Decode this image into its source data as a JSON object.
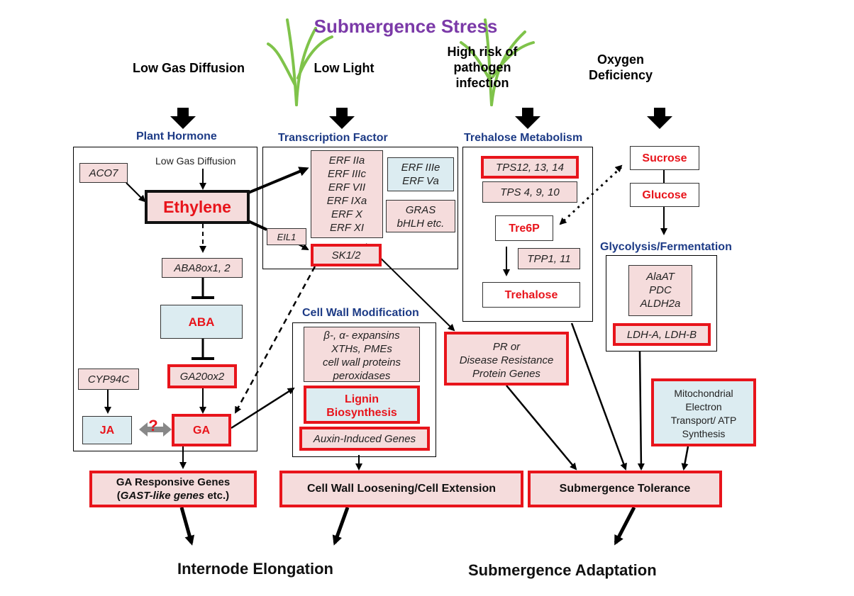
{
  "title": "Submergence Stress",
  "stresses": {
    "gas": "Low Gas Diffusion",
    "light": "Low Light",
    "pathogen": "High risk of\npathogen\ninfection",
    "oxygen": "Oxygen\nDeficiency"
  },
  "headers": {
    "hormone": "Plant Hormone",
    "tf": "Transcription Factor",
    "trehalose": "Trehalose Metabolism",
    "cellwall": "Cell Wall Modification",
    "glycolysis": "Glycolysis/Fermentation"
  },
  "hormone": {
    "gas_inner": "Low Gas Diffusion",
    "aco7": "ACO7",
    "ethylene": "Ethylene",
    "aba8ox": "ABA8ox1, 2",
    "aba": "ABA",
    "ga20ox": "GA20ox2",
    "cyp94c": "CYP94C",
    "ja": "JA",
    "question": "?",
    "ga": "GA"
  },
  "tf": {
    "erf_main": "ERF IIa\nERF IIIc\nERF VII\nERF IXa\nERF X\nERF XI",
    "erf_blue": "ERF IIIe\nERF Va",
    "gras": "GRAS\nbHLH etc.",
    "eil1": "EIL1",
    "sk": "SK1/2"
  },
  "trehalose": {
    "tps12": "TPS12, 13, 14",
    "tps4": "TPS 4, 9, 10",
    "tre6p": "Tre6P",
    "tpp": "TPP1, 11",
    "trehalose": "Trehalose"
  },
  "sugar": {
    "sucrose": "Sucrose",
    "glucose": "Glucose"
  },
  "glycolysis": {
    "genes": "AlaAT\nPDC\nALDH2a",
    "ldh": "LDH-A, LDH-B"
  },
  "cellwall": {
    "expansins": "β-, α- expansins\nXTHs, PMEs\ncell wall proteins\nperoxidases",
    "lignin": "Lignin\nBiosynthesis",
    "auxin": "Auxin-Induced Genes"
  },
  "pr": "PR  or\nDisease Resistance\nProtein Genes",
  "mito": "Mitochondrial\nElectron\nTransport/ ATP\nSynthesis",
  "outputs": {
    "ga_resp_line1": "GA Responsive Genes",
    "ga_resp_open": "(",
    "ga_resp_italic": "GAST-like genes",
    "ga_resp_close": " etc.)",
    "cellwall": "Cell Wall Loosening/Cell Extension",
    "tolerance": "Submergence Tolerance"
  },
  "finals": {
    "internode": "Internode Elongation",
    "adaptation": "Submergence Adaptation"
  },
  "colors": {
    "red": "#e8141b",
    "pink": "#f5dcdc",
    "blue": "#dcecf1",
    "header": "#1d3b86",
    "title": "#7b3aa8"
  }
}
